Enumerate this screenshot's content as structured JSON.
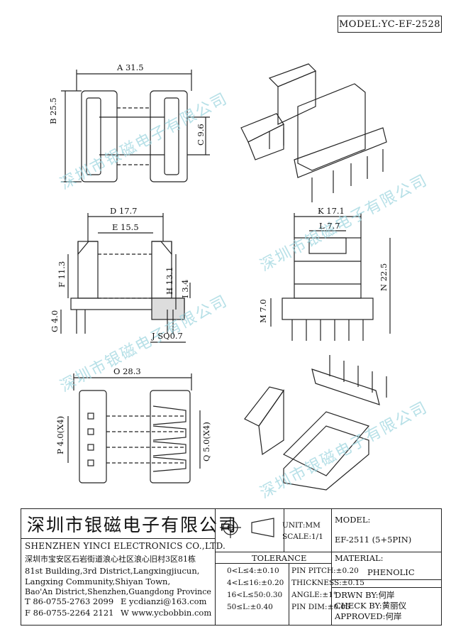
{
  "model_header": "MODEL:YC-EF-2528",
  "dimensions": {
    "A": "A 31.5",
    "B": "B 25.5",
    "C": "C 9.6",
    "D": "D 17.7",
    "E": "E 15.5",
    "F": "F 11.3",
    "G": "G 4.0",
    "H": "H 13.1",
    "I": "I 3.4",
    "J": "J SQ0.7",
    "K": "K 17.1",
    "L": "L 7.7",
    "M": "M 7.0",
    "N": "N 22.5",
    "O": "O 28.3",
    "P": "P 4.0(X4)",
    "Q": "Q 5.0(X4)"
  },
  "watermark": "深圳市银磁电子有限公司",
  "title_block": {
    "company_cn": "深圳市银磁电子有限公司",
    "company_en": "SHENZHEN YINCI ELECTRONICS CO.,LTD.",
    "address_cn": "深圳市宝安区石岩街道浪心社区浪心旧村3区81栋",
    "address_en": [
      "81st Building,3rd District,Langxingjiucun,",
      "Langxing Community,Shiyan Town,",
      "Bao'An District,Shenzhen,Guangdong Province"
    ],
    "tel": "T 86-0755-2763 2099",
    "email": "E ycdianzi@163.com",
    "fax": "F 86-0755-2264 2121",
    "web": "W www.ycbobbin.com",
    "unit": "UNIT:MM",
    "scale": "SCALE:1/1",
    "model_label": "MODEL:",
    "model_value": "EF-2511 (5+5PIN)",
    "tolerance_title": "TOLERANCE",
    "tolerance_rows": [
      {
        "range": "0<L≤4:±0.10",
        "spec": "PIN PITCH:±0.20"
      },
      {
        "range": "4<L≤16:±0.20",
        "spec": "THICKNESS:±0.15"
      },
      {
        "range": "16<L≤50:0.30",
        "spec": "ANGLE:±1°"
      },
      {
        "range": "50≤L:±0.40",
        "spec": "PIN DIM:±0.05"
      }
    ],
    "material_label": "MATERIAL:",
    "material_value": "PHENOLIC",
    "drawn_by": "DRWN BY:何岸",
    "check_by": "CHECK BY:黄丽仪",
    "approved": "APPROVED:何岸"
  }
}
